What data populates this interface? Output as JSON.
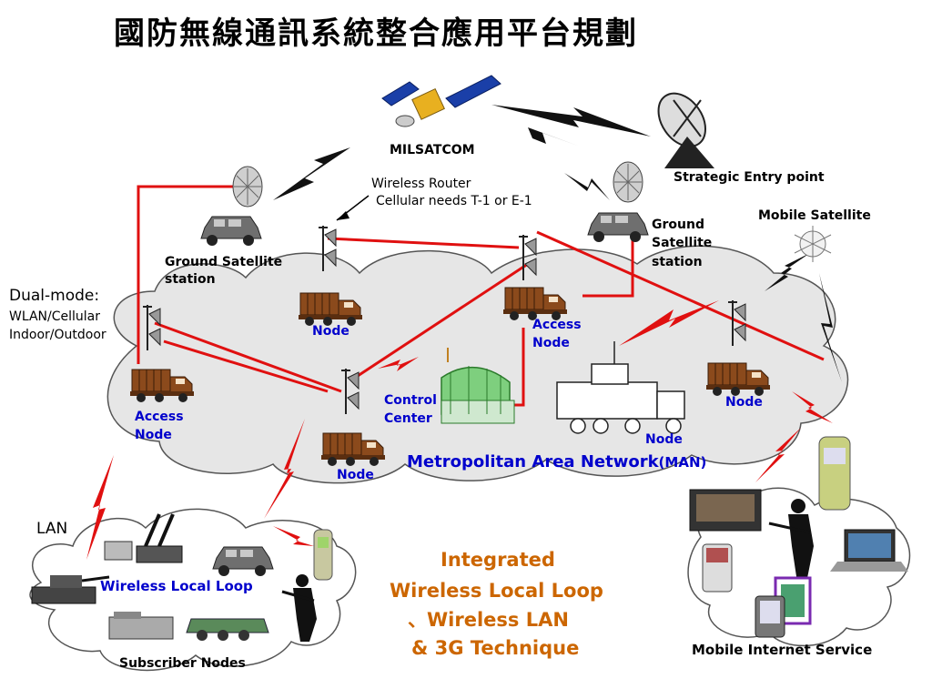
{
  "title": "國防無線通訊系統整合應用平台規劃",
  "labels": {
    "milsatcom": "MILSATCOM",
    "strategic_entry": "Strategic Entry point",
    "wireless_router": "Wireless Router",
    "cellular_needs": "Cellular needs T-1 or E-1",
    "ground_sat_left_1": "Ground Satellite",
    "ground_sat_left_2": "station",
    "ground_sat_right_1": "Ground",
    "ground_sat_right_2": "Satellite",
    "ground_sat_right_3": "station",
    "mobile_satellite": "Mobile Satellite",
    "dual_mode_1": "Dual-mode:",
    "dual_mode_2": "WLAN/Cellular",
    "dual_mode_3": "Indoor/Outdoor",
    "node_top": "Node",
    "access_node_mid_1": "Access",
    "access_node_mid_2": "Node",
    "access_node_left_1": "Access",
    "access_node_left_2": "Node",
    "control_center_1": "Control",
    "control_center_2": "Center",
    "node_bottom": "Node",
    "node_right_truck": "Node",
    "node_far_right": "Node",
    "man": "Metropolitan Area Network",
    "man_suffix": "(MAN)",
    "lan": "LAN",
    "wireless_local_loop": "Wireless Local Loop",
    "subscriber_nodes": "Subscriber Nodes",
    "integrated_1": "Integrated",
    "integrated_2": "Wireless Local Loop",
    "integrated_3": "、Wireless LAN",
    "integrated_4": "& 3G Technique",
    "mobile_internet": "Mobile Internet Service"
  },
  "colors": {
    "link": "#e01010",
    "cloud_fill": "#e6e6e6",
    "cloud_stroke": "#555555",
    "truck": "#8b4a1c",
    "label_blue": "#0000cc",
    "integrated": "#cc6600"
  }
}
